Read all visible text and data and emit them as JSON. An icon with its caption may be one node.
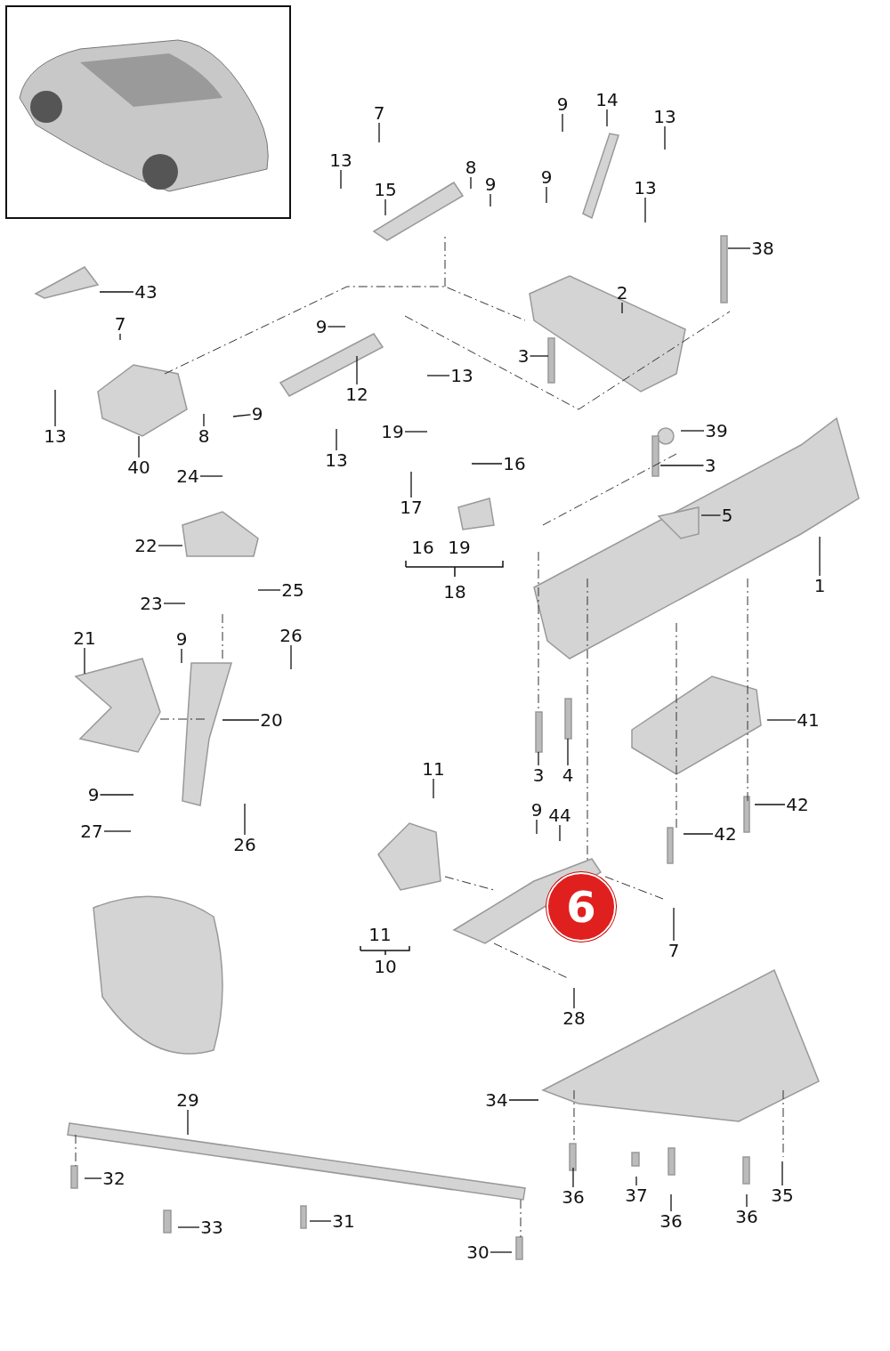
{
  "diagram": {
    "nodes": [
      {
        "text": [
          "7"
        ]
      },
      {
        "text": [
          "14"
        ]
      },
      {
        "text": [
          "9"
        ]
      },
      {
        "text": [
          "13"
        ]
      },
      {
        "text": [
          "13"
        ]
      },
      {
        "text": [
          "8"
        ]
      },
      {
        "text": [
          "9"
        ]
      },
      {
        "text": [
          "15"
        ]
      },
      {
        "text": [
          "9"
        ]
      },
      {
        "text": [
          "13"
        ]
      },
      {
        "text": [
          "38"
        ]
      },
      {
        "text": [
          "43"
        ]
      },
      {
        "text": [
          "2"
        ]
      },
      {
        "text": [
          "7"
        ]
      },
      {
        "text": [
          "9"
        ]
      },
      {
        "text": [
          "3"
        ]
      },
      {
        "text": [
          "13"
        ]
      },
      {
        "text": [
          "12"
        ]
      },
      {
        "text": [
          "9"
        ]
      },
      {
        "text": [
          "13"
        ]
      },
      {
        "text": [
          "8"
        ]
      },
      {
        "text": [
          "19"
        ]
      },
      {
        "text": [
          "39"
        ]
      },
      {
        "text": [
          "13"
        ]
      },
      {
        "text": [
          "40"
        ]
      },
      {
        "text": [
          "16"
        ]
      },
      {
        "text": [
          "3"
        ]
      },
      {
        "text": [
          "24"
        ]
      },
      {
        "text": [
          "17"
        ]
      },
      {
        "text": [
          "5"
        ]
      },
      {
        "text": [
          "22"
        ]
      },
      {
        "text": [
          "16"
        ]
      },
      {
        "text": [
          "19"
        ]
      },
      {
        "text": [
          "18"
        ]
      },
      {
        "text": [
          "1"
        ]
      },
      {
        "text": [
          "25"
        ]
      },
      {
        "text": [
          "23"
        ]
      },
      {
        "text": [
          "21"
        ]
      },
      {
        "text": [
          "9"
        ]
      },
      {
        "text": [
          "26"
        ]
      },
      {
        "text": [
          "20"
        ]
      },
      {
        "text": [
          "41"
        ]
      },
      {
        "text": [
          "11"
        ]
      },
      {
        "text": [
          "3"
        ]
      },
      {
        "text": [
          "4"
        ]
      },
      {
        "text": [
          "9"
        ]
      },
      {
        "text": [
          "42"
        ]
      },
      {
        "text": [
          "9"
        ]
      },
      {
        "text": [
          "44"
        ]
      },
      {
        "text": [
          "27"
        ]
      },
      {
        "text": [
          "42"
        ]
      },
      {
        "text": [
          "26"
        ]
      },
      {
        "text": [
          "6"
        ]
      },
      {
        "text": [
          "11"
        ]
      },
      {
        "text": [
          "10"
        ]
      },
      {
        "text": [
          "7"
        ]
      },
      {
        "text": [
          "28"
        ]
      },
      {
        "text": [
          "29"
        ]
      },
      {
        "text": [
          "34"
        ]
      },
      {
        "text": [
          "32"
        ]
      },
      {
        "text": [
          "37"
        ]
      },
      {
        "text": [
          "36"
        ]
      },
      {
        "text": [
          "35"
        ]
      },
      {
        "text": [
          "36"
        ]
      },
      {
        "text": [
          "36"
        ]
      },
      {
        "text": [
          "31"
        ]
      },
      {
        "text": [
          "33"
        ]
      },
      {
        "text": [
          "30"
        ]
      }
    ],
    "edges": [
      {
        "from": 0,
        "to": null,
        "arrow": "none"
      },
      {
        "from": 1,
        "to": null,
        "arrow": "none"
      },
      {
        "from": 2,
        "to": null,
        "arrow": "none"
      },
      {
        "from": 3,
        "to": null,
        "arrow": "none"
      },
      {
        "from": 4,
        "to": null,
        "arrow": "none"
      },
      {
        "from": 5,
        "to": null,
        "arrow": "none"
      },
      {
        "from": 6,
        "to": null,
        "arrow": "none"
      },
      {
        "from": 7,
        "to": null,
        "arrow": "none"
      },
      {
        "from": 8,
        "to": null,
        "arrow": "none"
      },
      {
        "from": 9,
        "to": null,
        "arrow": "none"
      },
      {
        "from": 10,
        "to": null,
        "arrow": "none"
      },
      {
        "from": 11,
        "to": null,
        "arrow": "none"
      },
      {
        "from": 12,
        "to": null,
        "arrow": "none"
      },
      {
        "from": 13,
        "to": null,
        "arrow": "none"
      },
      {
        "from": 14,
        "to": null,
        "arrow": "none"
      },
      {
        "from": 15,
        "to": null,
        "arrow": "none"
      },
      {
        "from": 16,
        "to": null,
        "arrow": "none"
      },
      {
        "from": 17,
        "to": null,
        "arrow": "none"
      },
      {
        "from": 18,
        "to": null,
        "arrow": "none"
      },
      {
        "from": 19,
        "to": null,
        "arrow": "none"
      },
      {
        "from": 20,
        "to": null,
        "arrow": "none"
      },
      {
        "from": 21,
        "to": null,
        "arrow": "none"
      },
      {
        "from": 22,
        "to": null,
        "arrow": "none"
      },
      {
        "from": 23,
        "to": null,
        "arrow": "none"
      },
      {
        "from": 24,
        "to": null,
        "arrow": "none"
      },
      {
        "from": 25,
        "to": null,
        "arrow": "none"
      },
      {
        "from": 26,
        "to": null,
        "arrow": "none"
      },
      {
        "from": 27,
        "to": null,
        "arrow": "none"
      },
      {
        "from": 28,
        "to": null,
        "arrow": "none"
      },
      {
        "from": 29,
        "to": null,
        "arrow": "none"
      },
      {
        "from": 30,
        "to": null,
        "arrow": "none"
      },
      {
        "from": 34,
        "to": null,
        "arrow": "none"
      },
      {
        "from": 35,
        "to": null,
        "arrow": "none"
      },
      {
        "from": 36,
        "to": null,
        "arrow": "none"
      },
      {
        "from": 37,
        "to": null,
        "arrow": "none"
      },
      {
        "from": 38,
        "to": null,
        "arrow": "none"
      },
      {
        "from": 39,
        "to": null,
        "arrow": "none"
      },
      {
        "from": 40,
        "to": null,
        "arrow": "none"
      },
      {
        "from": 41,
        "to": null,
        "arrow": "none"
      },
      {
        "from": 42,
        "to": null,
        "arrow": "none"
      },
      {
        "from": 43,
        "to": null,
        "arrow": "none"
      },
      {
        "from": 44,
        "to": null,
        "arrow": "none"
      },
      {
        "from": 45,
        "to": null,
        "arrow": "none"
      },
      {
        "from": 46,
        "to": null,
        "arrow": "none"
      },
      {
        "from": 47,
        "to": null,
        "arrow": "none"
      },
      {
        "from": 48,
        "to": null,
        "arrow": "none"
      },
      {
        "from": 49,
        "to": null,
        "arrow": "none"
      },
      {
        "from": 50,
        "to": null,
        "arrow": "none"
      },
      {
        "from": 51,
        "to": null,
        "arrow": "none"
      },
      {
        "from": 55,
        "to": null,
        "arrow": "none"
      },
      {
        "from": 56,
        "to": null,
        "arrow": "none"
      },
      {
        "from": 57,
        "to": null,
        "arrow": "none"
      },
      {
        "from": 58,
        "to": null,
        "arrow": "none"
      },
      {
        "from": 59,
        "to": null,
        "arrow": "none"
      },
      {
        "from": 60,
        "to": null,
        "arrow": "none"
      },
      {
        "from": 61,
        "to": null,
        "arrow": "none"
      },
      {
        "from": 62,
        "to": null,
        "arrow": "none"
      },
      {
        "from": 63,
        "to": null,
        "arrow": "none"
      },
      {
        "from": 64,
        "to": null,
        "arrow": "none"
      },
      {
        "from": 65,
        "to": null,
        "arrow": "none"
      },
      {
        "from": 66,
        "to": null,
        "arrow": "none"
      },
      {
        "from": 67,
        "to": null,
        "arrow": "none"
      }
    ]
  }
}
